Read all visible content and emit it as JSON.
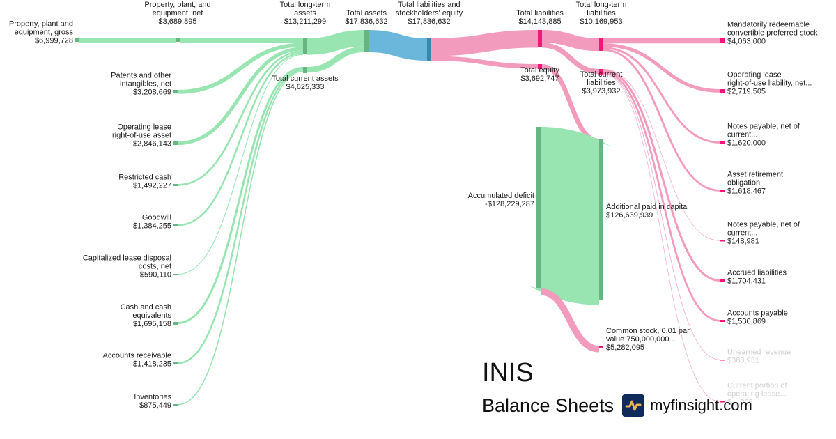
{
  "header": {
    "ticker": "INIS",
    "subtitle": "Balance Sheets",
    "brand": "myfinsight.com",
    "brand_icon": "pulse-line-icon"
  },
  "colors": {
    "asset_link": "#98e5b2",
    "asset_node": "#67b583",
    "total_link": "#6bb7dc",
    "total_node": "#3a86ad",
    "liability_link": "#f39bbd",
    "liability_node": "#f0197a",
    "logo_bg": "#102a5c",
    "logo_line": "#e8b25a"
  },
  "chart_data": {
    "type": "sankey",
    "title": "INIS Balance Sheets",
    "nodes": [
      {
        "id": "ppe_gross",
        "label": "Property, plant and equipment, gross",
        "value_label": "$6,999,728",
        "value": 6999728
      },
      {
        "id": "ppe_net",
        "label": "Property, plant, and equipment, net",
        "value_label": "$3,689,895",
        "value": 3689895
      },
      {
        "id": "patents",
        "label": "Patents and other intangibles, net",
        "value_label": "$3,208,669",
        "value": 3208669
      },
      {
        "id": "op_lease_asset",
        "label": "Operating lease right-of-use asset",
        "value_label": "$2,846,143",
        "value": 2846143
      },
      {
        "id": "restricted_cash",
        "label": "Restricted cash",
        "value_label": "$1,492,227",
        "value": 1492227
      },
      {
        "id": "goodwill",
        "label": "Goodwill",
        "value_label": "$1,384,255",
        "value": 1384255
      },
      {
        "id": "cap_lease",
        "label": "Capitalized lease disposal costs, net",
        "value_label": "$590,110",
        "value": 590110
      },
      {
        "id": "cash",
        "label": "Cash and cash equivalents",
        "value_label": "$1,695,158",
        "value": 1695158
      },
      {
        "id": "ar",
        "label": "Accounts receivable",
        "value_label": "$1,418,235",
        "value": 1418235
      },
      {
        "id": "inventories",
        "label": "Inventories",
        "value_label": "$875,449",
        "value": 875449
      },
      {
        "id": "total_lt_assets",
        "label": "Total long-term assets",
        "value_label": "$13,211,299",
        "value": 13211299
      },
      {
        "id": "total_cur_assets",
        "label": "Total current assets",
        "value_label": "$4,625,333",
        "value": 4625333
      },
      {
        "id": "total_assets",
        "label": "Total assets",
        "value_label": "$17,836,632",
        "value": 17836632
      },
      {
        "id": "total_le",
        "label": "Total liabilities and stockholders' equity",
        "value_label": "$17,836,632",
        "value": 17836632
      },
      {
        "id": "total_liab",
        "label": "Total liabilities",
        "value_label": "$14,143,885",
        "value": 14143885
      },
      {
        "id": "total_equity",
        "label": "Total equity",
        "value_label": "$3,692,747",
        "value": 3692747
      },
      {
        "id": "total_lt_liab",
        "label": "Total long-term liabilities",
        "value_label": "$10,169,953",
        "value": 10169953
      },
      {
        "id": "total_cur_liab",
        "label": "Total current liabilities",
        "value_label": "$3,973,932",
        "value": 3973932
      },
      {
        "id": "accum_deficit",
        "label": "Accumulated deficit",
        "value_label": "-$128,229,287",
        "value": -128229287
      },
      {
        "id": "apic",
        "label": "Additional paid in capital",
        "value_label": "$126,639,939",
        "value": 126639939
      },
      {
        "id": "common_stock",
        "label": "Common stock, 0.01 par value 750,000,000...",
        "value_label": "$5,282,095",
        "value": 5282095
      },
      {
        "id": "mrcps",
        "label": "Mandatorily redeemable convertible preferred stock",
        "value_label": "$4,063,000",
        "value": 4063000
      },
      {
        "id": "op_lease_liab",
        "label": "Operating lease right-of-use liability, net...",
        "value_label": "$2,719,505",
        "value": 2719505
      },
      {
        "id": "notes_lt",
        "label": "Notes payable, net of current...",
        "value_label": "$1,620,000",
        "value": 1620000
      },
      {
        "id": "aro",
        "label": "Asset retirement obligation",
        "value_label": "$1,618,467",
        "value": 1618467
      },
      {
        "id": "notes_cur",
        "label": "Notes payable, net of current...",
        "value_label": "$148,981",
        "value": 148981
      },
      {
        "id": "accrued",
        "label": "Accrued liabilities",
        "value_label": "$1,704,431",
        "value": 1704431
      },
      {
        "id": "ap",
        "label": "Accounts payable",
        "value_label": "$1,530,869",
        "value": 1530869
      },
      {
        "id": "unearned",
        "label": "Unearned revenue",
        "value_label": "$388,931",
        "value": 388931
      },
      {
        "id": "cur_op_lease",
        "label": "Current portion of operating lease...",
        "value_label": "$...,?06",
        "value": null
      }
    ],
    "links": [
      {
        "source": "ppe_gross",
        "target": "ppe_net",
        "value": 3689895
      },
      {
        "source": "ppe_net",
        "target": "total_lt_assets",
        "value": 3689895
      },
      {
        "source": "patents",
        "target": "total_lt_assets",
        "value": 3208669
      },
      {
        "source": "op_lease_asset",
        "target": "total_lt_assets",
        "value": 2846143
      },
      {
        "source": "restricted_cash",
        "target": "total_lt_assets",
        "value": 1492227
      },
      {
        "source": "goodwill",
        "target": "total_lt_assets",
        "value": 1384255
      },
      {
        "source": "cap_lease",
        "target": "total_lt_assets",
        "value": 590110
      },
      {
        "source": "cash",
        "target": "total_cur_assets",
        "value": 1695158
      },
      {
        "source": "ar",
        "target": "total_cur_assets",
        "value": 1418235
      },
      {
        "source": "inventories",
        "target": "total_cur_assets",
        "value": 875449
      },
      {
        "source": "total_lt_assets",
        "target": "total_assets",
        "value": 13211299
      },
      {
        "source": "total_cur_assets",
        "target": "total_assets",
        "value": 4625333
      },
      {
        "source": "total_assets",
        "target": "total_le",
        "value": 17836632
      },
      {
        "source": "total_le",
        "target": "total_liab",
        "value": 14143885
      },
      {
        "source": "total_le",
        "target": "total_equity",
        "value": 3692747
      },
      {
        "source": "total_liab",
        "target": "total_lt_liab",
        "value": 10169953
      },
      {
        "source": "total_liab",
        "target": "total_cur_liab",
        "value": 3973932
      },
      {
        "source": "total_equity",
        "target": "apic",
        "value": 3692747
      },
      {
        "source": "accum_deficit",
        "target": "apic",
        "value": 128229287
      },
      {
        "source": "accum_deficit",
        "target": "common_stock",
        "value": 5282095
      },
      {
        "source": "total_lt_liab",
        "target": "mrcps",
        "value": 4063000
      },
      {
        "source": "total_lt_liab",
        "target": "op_lease_liab",
        "value": 2719505
      },
      {
        "source": "total_lt_liab",
        "target": "notes_lt",
        "value": 1620000
      },
      {
        "source": "total_lt_liab",
        "target": "aro",
        "value": 1618467
      },
      {
        "source": "total_cur_liab",
        "target": "notes_cur",
        "value": 148981
      },
      {
        "source": "total_cur_liab",
        "target": "accrued",
        "value": 1704431
      },
      {
        "source": "total_cur_liab",
        "target": "ap",
        "value": 1530869
      },
      {
        "source": "total_cur_liab",
        "target": "unearned",
        "value": 388931
      },
      {
        "source": "total_cur_liab",
        "target": "cur_op_lease",
        "value": 200720
      }
    ]
  }
}
